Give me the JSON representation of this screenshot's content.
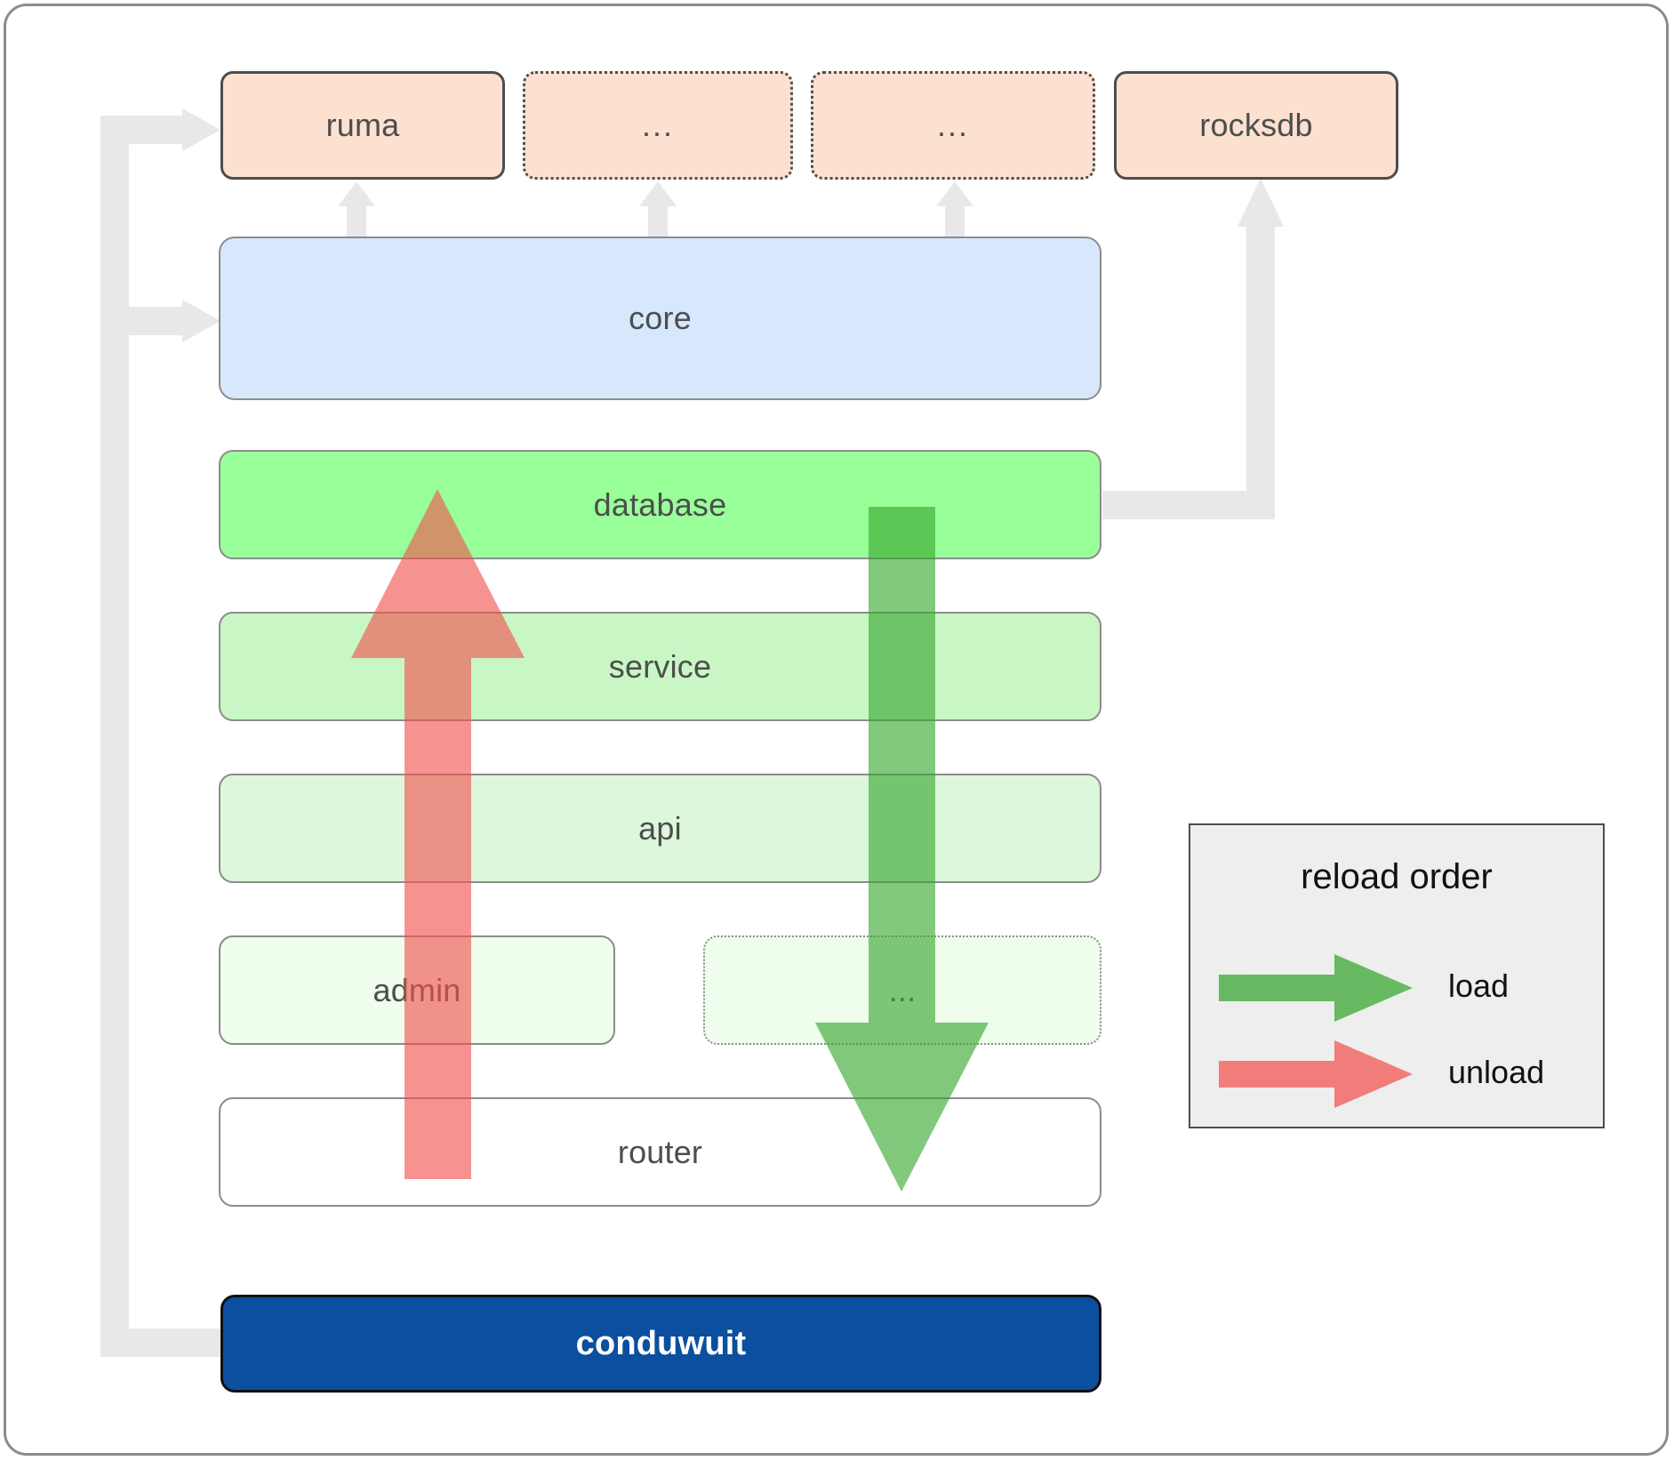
{
  "diagram": {
    "title": "conduwuit crate layering / reload order",
    "colors": {
      "peach_fill": "#fce1d0",
      "peach_stroke": "#4d4d4d",
      "core_fill": "#d7e8fc",
      "database_fill": "#99ff99",
      "service_fill": "#c8f7c5",
      "api_fill": "#ddf7db",
      "admin_fill": "#eefdec",
      "dots_fill": "#eefdec",
      "router_fill": "#ffffff",
      "conduwuit_fill": "#0b4f9e",
      "conduwuit_text": "#ffffff",
      "load_arrow": "#4caf50",
      "unload_arrow": "#f76c6c",
      "connector_gray": "#e8e8e8",
      "border_gray": "#8c8c8c",
      "legend_bg": "#eeeeee"
    },
    "dependencies_row": [
      {
        "id": "ruma",
        "label": "ruma",
        "style": "solid"
      },
      {
        "id": "ellipsis-1",
        "label": "...",
        "style": "dashed"
      },
      {
        "id": "ellipsis-2",
        "label": "...",
        "style": "dashed"
      },
      {
        "id": "rocksdb",
        "label": "rocksdb",
        "style": "solid"
      }
    ],
    "core": {
      "id": "core",
      "label": "core"
    },
    "layers": [
      {
        "id": "database",
        "label": "database",
        "style": "solid"
      },
      {
        "id": "service",
        "label": "service",
        "style": "solid"
      },
      {
        "id": "api",
        "label": "api",
        "style": "solid"
      },
      {
        "id": "admin",
        "label": "admin",
        "style": "solid"
      },
      {
        "id": "layer-ellipsis",
        "label": "...",
        "style": "dotted"
      },
      {
        "id": "router",
        "label": "router",
        "style": "solid"
      }
    ],
    "binary": {
      "id": "conduwuit",
      "label": "conduwuit"
    },
    "legend": {
      "title": "reload order",
      "entries": [
        {
          "id": "load",
          "label": "load",
          "color": "#4caf50",
          "direction": "down"
        },
        {
          "id": "unload",
          "label": "unload",
          "color": "#f76c6c",
          "direction": "up"
        }
      ]
    }
  }
}
